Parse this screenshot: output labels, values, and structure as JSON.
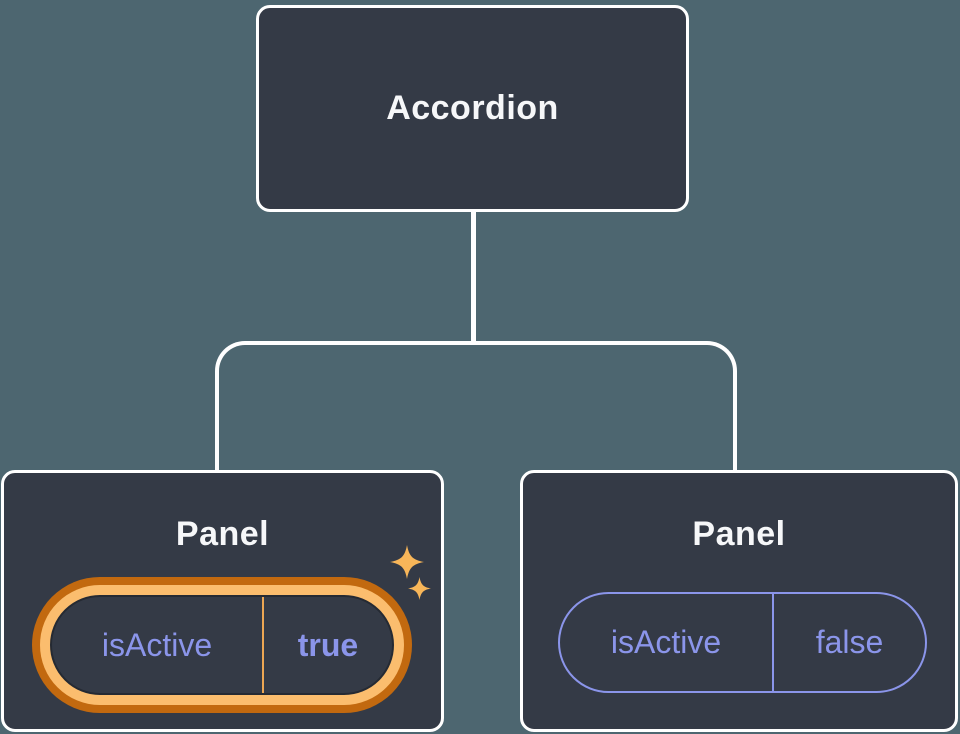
{
  "diagram": {
    "title": "component-tree-with-state",
    "root": {
      "label": "Accordion"
    },
    "children": [
      {
        "label": "Panel",
        "state": {
          "key": "isActive",
          "value": "true"
        },
        "highlighted": true
      },
      {
        "label": "Panel",
        "state": {
          "key": "isActive",
          "value": "false"
        },
        "highlighted": false
      }
    ]
  },
  "icons": {
    "sparkle_large": "four-point-sparkle",
    "sparkle_small": "four-point-sparkle"
  },
  "colors": {
    "background": "#4d6670",
    "node-fill": "#343a46",
    "node-border": "#ffffff",
    "title-text": "#f6f7f9",
    "purple": "#8b95ea",
    "orange-light": "#fbbd6e",
    "orange-dark": "#c2690f",
    "divider-orange": "#eca653",
    "pill-inner-edge": "#252a33",
    "sparkle": "#f8b659"
  }
}
